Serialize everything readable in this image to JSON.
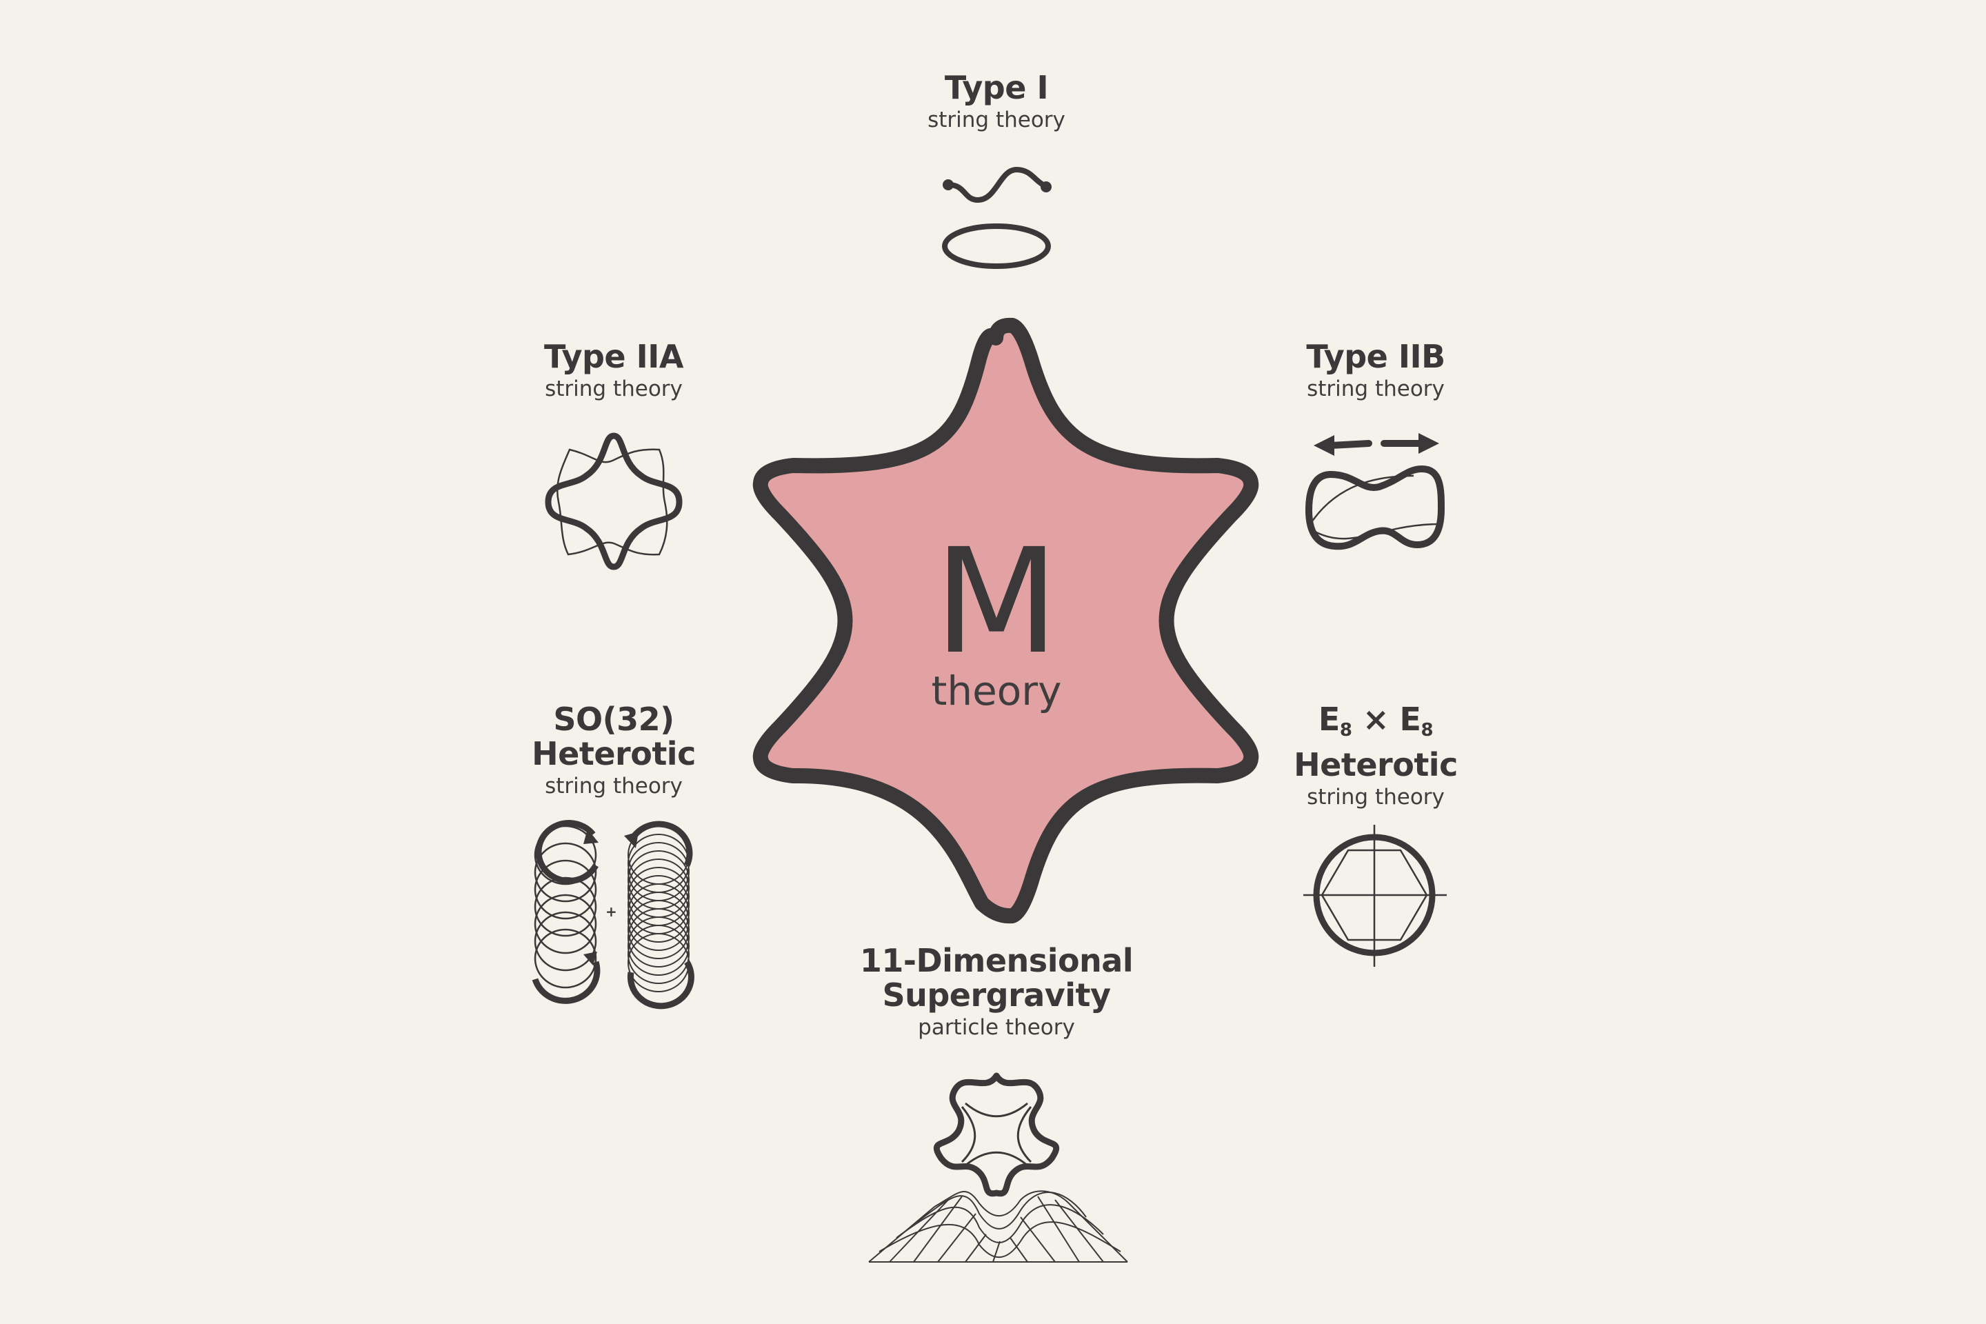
{
  "center": {
    "letter": "M",
    "word": "theory",
    "fill_color": "#e2a1a2",
    "stroke_color": "#3a3838"
  },
  "nodes": {
    "type_i": {
      "title": "Type I",
      "subtitle": "string theory"
    },
    "type_iia": {
      "title": "Type IIA",
      "subtitle": "string theory"
    },
    "type_iib": {
      "title": "Type IIB",
      "subtitle": "string theory"
    },
    "so32": {
      "title_line1": "SO(32)",
      "title_line2": "Heterotic",
      "subtitle": "string theory"
    },
    "e8": {
      "title_base": "E",
      "title_sub": "8",
      "title_times": "×",
      "title_line2": "Heterotic",
      "subtitle": "string theory"
    },
    "sugra": {
      "title_line1": "11-Dimensional",
      "title_line2": "Supergravity",
      "subtitle": "particle theory"
    }
  },
  "plus_sign": "+",
  "colors": {
    "background": "#f5f2ec",
    "ink": "#3a3838",
    "accent": "#e2a1a2"
  }
}
